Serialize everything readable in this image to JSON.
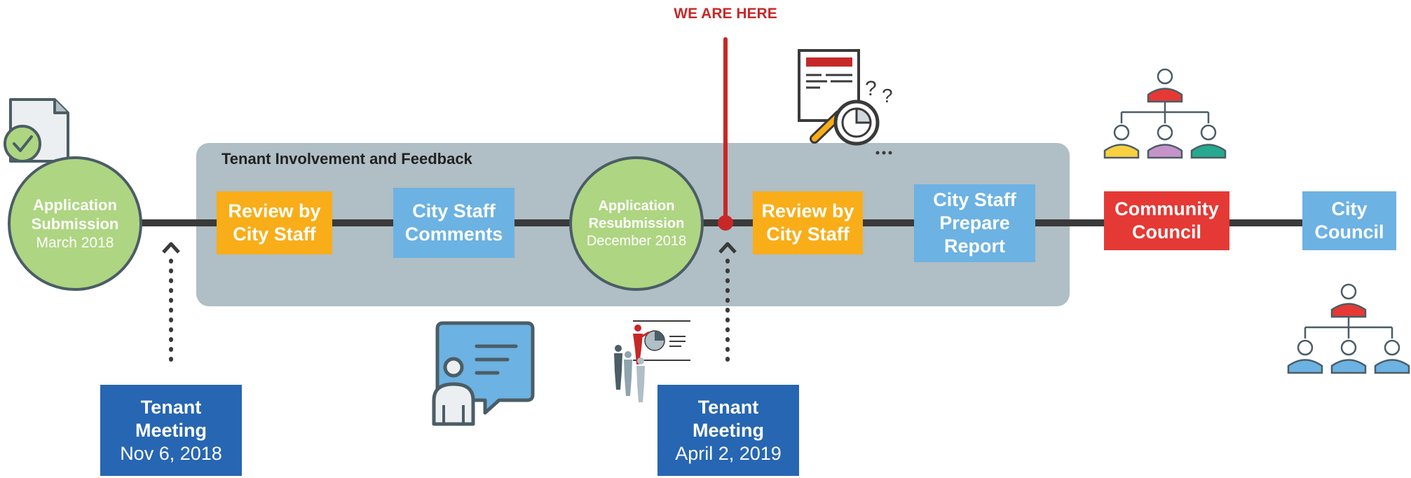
{
  "marker": {
    "label": "WE ARE HERE",
    "color": "#c62828"
  },
  "phase_panel": {
    "title": "Tenant Involvement and Feedback",
    "color": "#b0bec5"
  },
  "colors": {
    "yellow": "#f9ad18",
    "lightblue": "#6cb2e2",
    "red": "#e53935",
    "darkblue": "#2766b2",
    "green": "#aed581",
    "line": "#3a3a3a"
  },
  "steps": [
    {
      "id": "application-submission",
      "line1": "Application",
      "line2": "Submission",
      "line3": "March 2018"
    },
    {
      "id": "review-1",
      "line1": "Review by",
      "line2": "City Staff"
    },
    {
      "id": "city-staff-comments",
      "line1": "City Staff",
      "line2": "Comments"
    },
    {
      "id": "application-resubmission",
      "line1": "Application",
      "line2": "Resubmission",
      "line3": "December 2018"
    },
    {
      "id": "review-2",
      "line1": "Review by",
      "line2": "City Staff"
    },
    {
      "id": "prepare-report",
      "line1": "City Staff",
      "line2": "Prepare",
      "line3": "Report"
    },
    {
      "id": "community-council",
      "line1": "Community",
      "line2": "Council"
    },
    {
      "id": "city-council",
      "line1": "City",
      "line2": "Council"
    }
  ],
  "meetings": [
    {
      "line1": "Tenant",
      "line2": "Meeting",
      "line3": "Nov 6, 2018"
    },
    {
      "line1": "Tenant",
      "line2": "Meeting",
      "line3": "April 2, 2019"
    }
  ],
  "icons": [
    "document-check-icon",
    "report-magnifier-icon",
    "community-council-hierarchy-icon",
    "city-council-hierarchy-icon",
    "speech-bubble-person-icon",
    "presentation-audience-icon"
  ]
}
